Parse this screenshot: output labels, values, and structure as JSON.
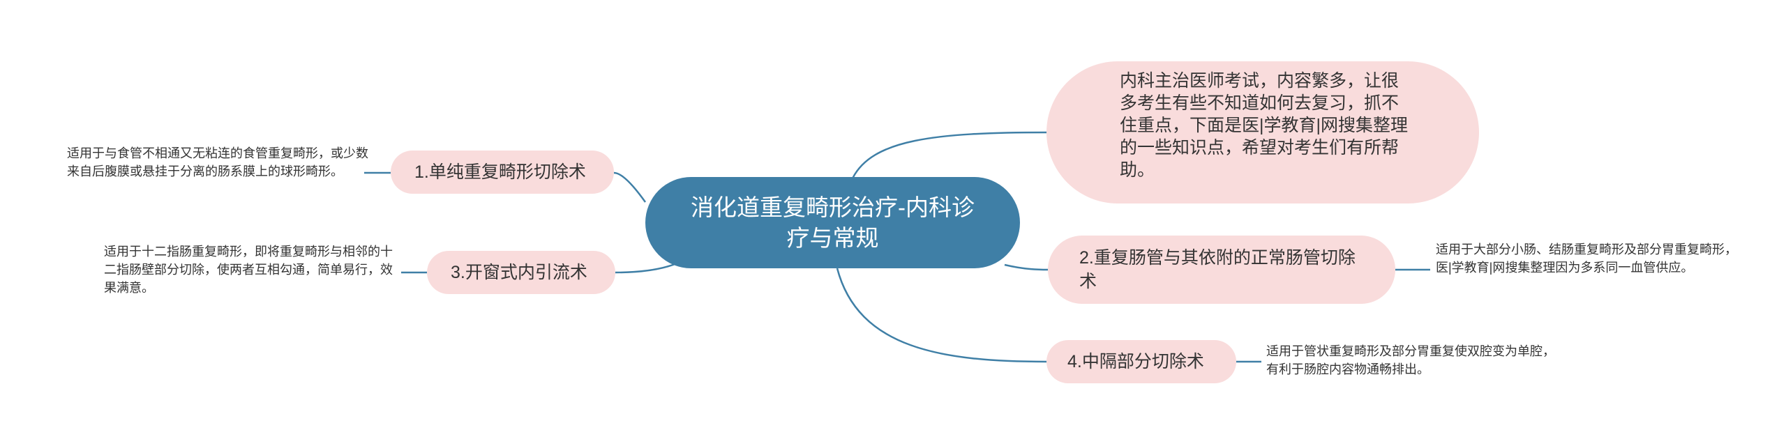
{
  "center": {
    "title": "消化道重复畸形治疗-内科诊疗与常规"
  },
  "intro": {
    "text": "内科主治医师考试，内容繁多，让很多考生有些不知道如何去复习，抓不住重点，下面是医|学教育|网搜集整理的一些知识点，希望对考生们有所帮助。"
  },
  "branches": [
    {
      "label": "1.单纯重复畸形切除术",
      "detail": "适用于与食管不相通又无粘连的食管重复畸形，或少数来自后腹膜或悬挂于分离的肠系膜上的球形畸形。"
    },
    {
      "label": "2.重复肠管与其依附的正常肠管切除术",
      "detail": "适用于大部分小肠、结肠重复畸形及部分胃重复畸形，医|学教育|网搜集整理因为多系同一血管供应。"
    },
    {
      "label": "3.开窗式内引流术",
      "detail": "适用于十二指肠重复畸形，即将重复畸形与相邻的十二指肠壁部分切除，使两者互相勾通，简单易行，效果满意。"
    },
    {
      "label": "4.中隔部分切除术",
      "detail": "适用于管状重复畸形及部分胃重复使双腔变为单腔，有利于肠腔内容物通畅排出。"
    }
  ],
  "colors": {
    "center_fill": "#3f7fa6",
    "branch_fill": "#f9dcdc",
    "link": "#3f7fa6",
    "text": "#333333"
  }
}
